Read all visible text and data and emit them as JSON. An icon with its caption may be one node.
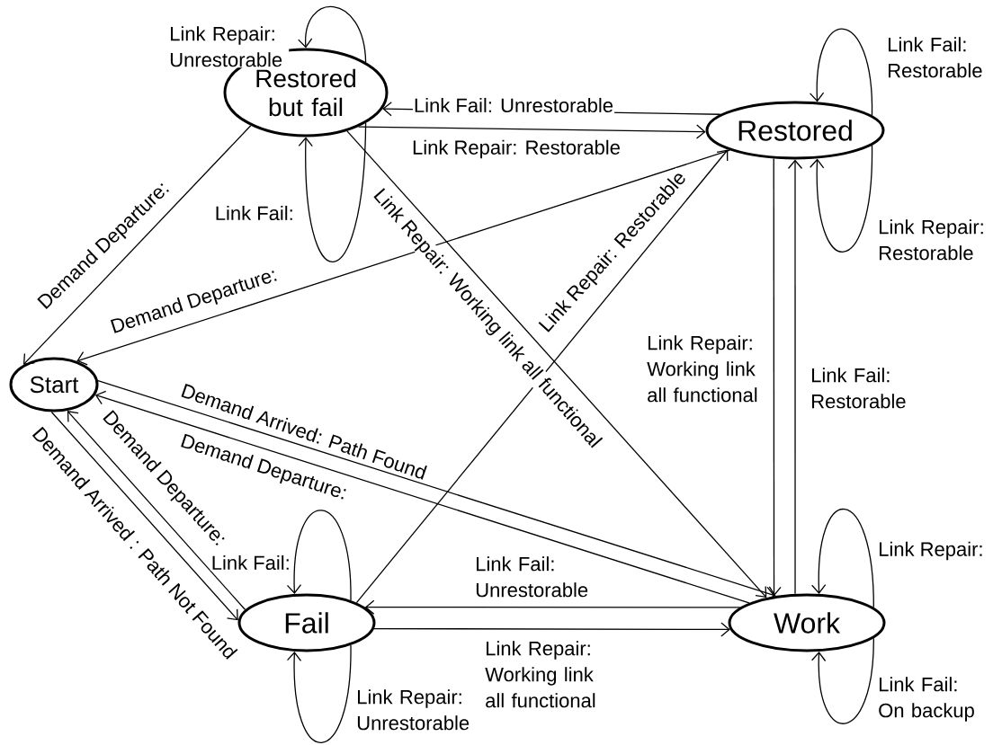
{
  "diagram": {
    "nodes": [
      {
        "text": [
          "Restored but fail"
        ]
      },
      {
        "text": [
          "Restored"
        ]
      },
      {
        "text": [
          "Start"
        ]
      },
      {
        "text": [
          "Fail"
        ]
      },
      {
        "text": [
          "Work"
        ]
      }
    ],
    "edges": [
      {
        "from": 1,
        "to": 0,
        "arrow": "to",
        "label": "Link Fail: Unrestorable"
      },
      {
        "from": 0,
        "to": 1,
        "arrow": "to",
        "label": "Link Repair: Restorable"
      },
      {
        "from": 0,
        "to": 0,
        "arrow": "to",
        "label": "Link Repair: Unrestorable"
      },
      {
        "from": 0,
        "to": 0,
        "arrow": "to",
        "label": "Link Fail:"
      },
      {
        "from": 1,
        "to": 1,
        "arrow": "to",
        "label": "Link Fail: Restorable"
      },
      {
        "from": 1,
        "to": 1,
        "arrow": "to",
        "label": "Link Repair: Restorable"
      },
      {
        "from": 0,
        "to": 2,
        "arrow": "to",
        "label": "Demand Departure:"
      },
      {
        "from": 1,
        "to": 2,
        "arrow": "to",
        "label": "Demand Departure:"
      },
      {
        "from": 0,
        "to": 4,
        "arrow": "to",
        "label": "Link Repair: Working link all functional"
      },
      {
        "from": 3,
        "to": 1,
        "arrow": "to",
        "label": "Link Repair: Restorable"
      },
      {
        "from": 1,
        "to": 4,
        "arrow": "to",
        "label": "Link Repair: Working link all functional"
      },
      {
        "from": 4,
        "to": 1,
        "arrow": "to",
        "label": "Link Fail: Restorable"
      },
      {
        "from": 2,
        "to": 4,
        "arrow": "to",
        "label": "Demand Arrived: Path Found"
      },
      {
        "from": 4,
        "to": 2,
        "arrow": "to",
        "label": "Demand Departure:"
      },
      {
        "from": 2,
        "to": 3,
        "arrow": "to",
        "label": "Demand Arrived : Path Not Found"
      },
      {
        "from": 3,
        "to": 2,
        "arrow": "to",
        "label": "Demand Departure:"
      },
      {
        "from": 4,
        "to": 3,
        "arrow": "to",
        "label": "Link Fail: Unrestorable"
      },
      {
        "from": 3,
        "to": 4,
        "arrow": "to",
        "label": "Link Repair: Working link all functional"
      },
      {
        "from": 3,
        "to": 3,
        "arrow": "to",
        "label": "Link Fail:"
      },
      {
        "from": 3,
        "to": 3,
        "arrow": "to",
        "label": "Link Repair: Unrestorable"
      },
      {
        "from": 4,
        "to": 4,
        "arrow": "to",
        "label": "Link Repair:"
      },
      {
        "from": 4,
        "to": 4,
        "arrow": "to",
        "label": "Link Fail: On backup"
      }
    ]
  }
}
